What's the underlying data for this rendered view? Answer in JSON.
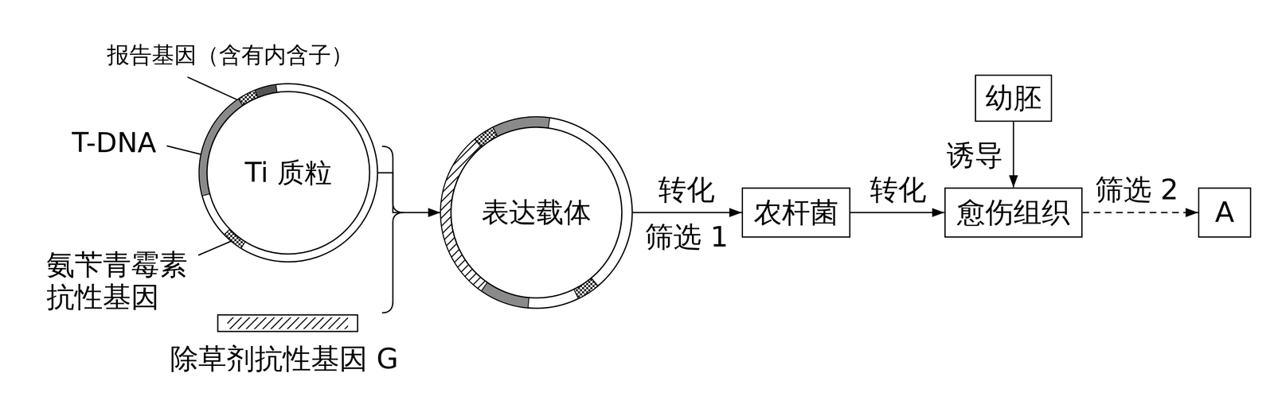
{
  "diagram": {
    "nodes": [
      {
        "text": [
          "Ti 质粒"
        ]
      },
      {
        "text": [
          "表达载体"
        ]
      },
      {
        "text": [
          "农杆菌"
        ]
      },
      {
        "text": [
          "幼胚"
        ]
      },
      {
        "text": [
          "愈伤组织"
        ]
      },
      {
        "text": [
          "A"
        ]
      }
    ],
    "edges": [
      {
        "from": 0,
        "to": 1,
        "arrow": "to"
      },
      {
        "from": 1,
        "to": 2,
        "label": "转化",
        "arrow": "to"
      },
      {
        "from": 2,
        "to": 4,
        "label": "转化",
        "arrow": "to"
      },
      {
        "from": 3,
        "to": 4,
        "label": "诱导",
        "arrow": "to"
      },
      {
        "from": 4,
        "to": 5,
        "label": "筛选 2",
        "arrow": "to"
      }
    ],
    "labels": [
      "报告基因（含有内含子）",
      "T-DNA",
      "氨苄青霉素 抗性基因",
      "除草剂抗性基因 G",
      "筛选 1"
    ]
  }
}
